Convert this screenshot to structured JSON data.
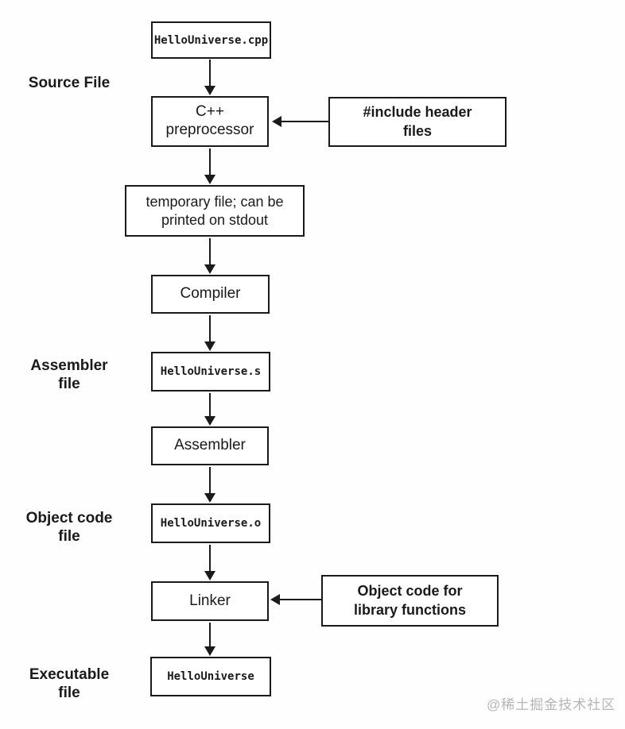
{
  "nodes": {
    "source": "HelloUniverse.cpp",
    "preprocessor": "C++\npreprocessor",
    "temp_file": "temporary file; can be\nprinted on stdout",
    "compiler": "Compiler",
    "assembly": "HelloUniverse.s",
    "assembler": "Assembler",
    "object": "HelloUniverse.o",
    "linker": "Linker",
    "executable": "HelloUniverse"
  },
  "inputs": {
    "headers": "#include header\nfiles",
    "libraries": "Object code for\nlibrary functions"
  },
  "labels": {
    "source_file": "Source File",
    "assembler_file": "Assembler\nfile",
    "object_code_file": "Object code\nfile",
    "executable_file": "Executable\nfile"
  },
  "edges": [
    {
      "from": "source",
      "to": "preprocessor"
    },
    {
      "from": "headers",
      "to": "preprocessor"
    },
    {
      "from": "preprocessor",
      "to": "temp_file"
    },
    {
      "from": "temp_file",
      "to": "compiler"
    },
    {
      "from": "compiler",
      "to": "assembly"
    },
    {
      "from": "assembly",
      "to": "assembler"
    },
    {
      "from": "assembler",
      "to": "object"
    },
    {
      "from": "object",
      "to": "linker"
    },
    {
      "from": "libraries",
      "to": "linker"
    },
    {
      "from": "linker",
      "to": "executable"
    }
  ],
  "watermark": "@稀土掘金技术社区",
  "colors": {
    "line": "#1a1a1a",
    "text": "#1a1a1a",
    "box_fill": "#ffffff",
    "background": "#fefefe",
    "watermark": "#b5b5b5"
  }
}
